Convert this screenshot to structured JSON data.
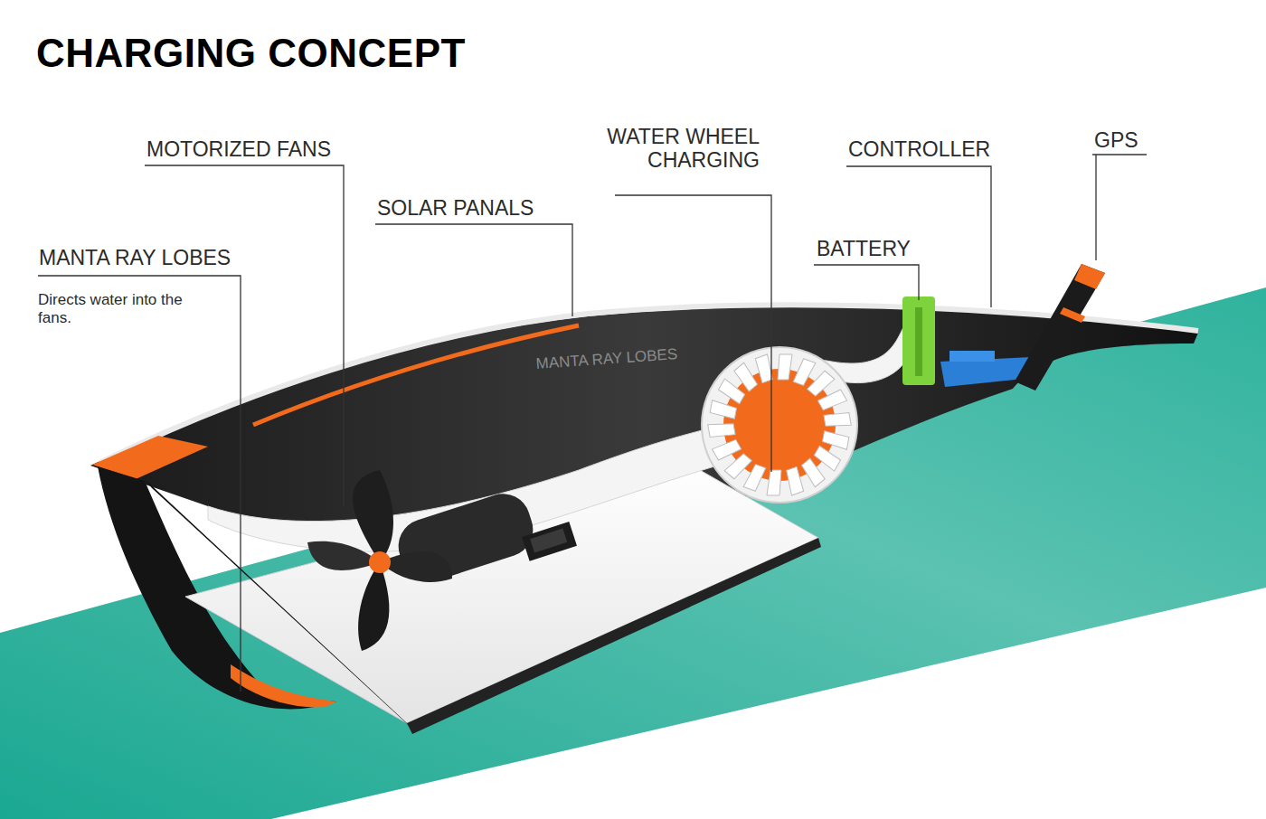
{
  "diagram": {
    "title": "CHARGING CONCEPT",
    "labels": [
      "MOTORIZED FANS",
      "WATER WHEEL CHARGING",
      "CONTROLLER",
      "GPS",
      "SOLAR PANALS",
      "BATTERY",
      "MANTA RAY LOBES",
      "Directs water into the fans.",
      "MANTA RAY LOBES"
    ]
  }
}
